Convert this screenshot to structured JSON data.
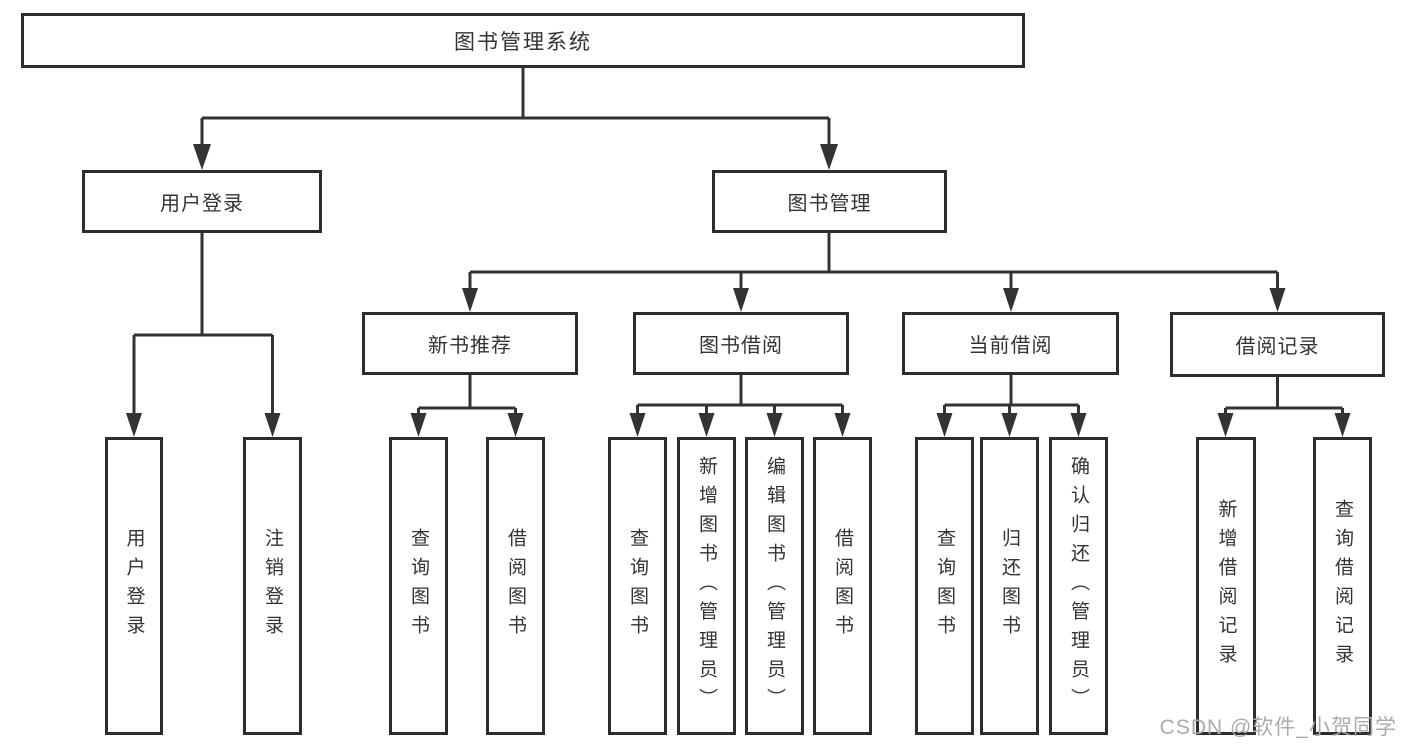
{
  "diagram": {
    "title": "图书管理系统",
    "branches": [
      {
        "label": "用户登录",
        "children": [
          "用户登录",
          "注销登录"
        ]
      },
      {
        "label": "图书管理",
        "groups": [
          {
            "label": "新书推荐",
            "children": [
              "查询图书",
              "借阅图书"
            ]
          },
          {
            "label": "图书借阅",
            "children": [
              "查询图书",
              "新增图书（管理员）",
              "编辑图书（管理员）",
              "借阅图书"
            ]
          },
          {
            "label": "当前借阅",
            "children": [
              "查询图书",
              "归还图书",
              "确认归还（管理员）"
            ]
          },
          {
            "label": "借阅记录",
            "children": [
              "新增借阅记录",
              "查询借阅记录"
            ]
          }
        ]
      }
    ]
  },
  "watermark": {
    "text": "CSDN @软件_小贺同学"
  },
  "colors": {
    "background": "#ffffff",
    "line": "#333333",
    "box_border": "#2d2d2d",
    "text": "#333333",
    "watermark_text": "#ababab"
  }
}
